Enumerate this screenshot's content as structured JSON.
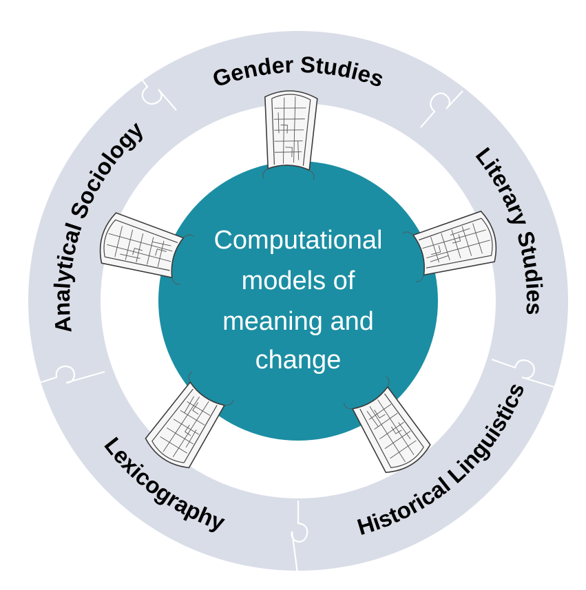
{
  "center": {
    "lines": [
      "Computational",
      "models of",
      "meaning and",
      "change"
    ]
  },
  "segments": [
    {
      "label": "Gender Studies"
    },
    {
      "label": "Literary Studies"
    },
    {
      "label": "Historical  Linguistics"
    },
    {
      "label": "Lexicography"
    },
    {
      "label": "Analytical  Sociology"
    }
  ],
  "colors": {
    "outer_ring": "#d9dde7",
    "center_circle": "#1b8ea3",
    "puzzle_lines": "#ffffff",
    "label_text": "#000000",
    "center_text": "#ffffff"
  },
  "icons": [
    "bridge-icon",
    "bridge-icon",
    "bridge-icon",
    "bridge-icon",
    "bridge-icon"
  ]
}
